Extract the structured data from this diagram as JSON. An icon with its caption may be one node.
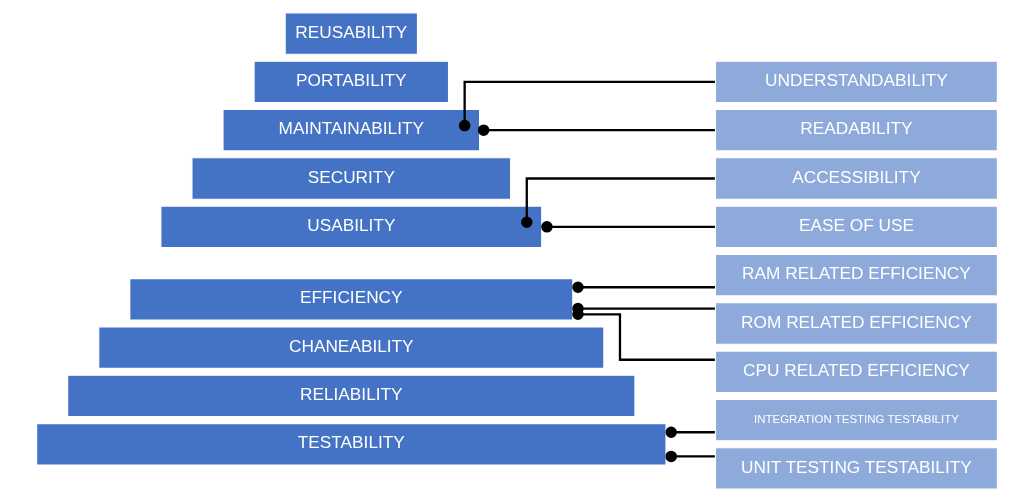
{
  "diagram": {
    "nodes": [
      {
        "text": [
          "REUSABILITY"
        ]
      },
      {
        "text": [
          "PORTABILITY"
        ]
      },
      {
        "text": [
          "MAINTAINABILITY"
        ]
      },
      {
        "text": [
          "SECURITY"
        ]
      },
      {
        "text": [
          "USABILITY"
        ]
      },
      {
        "text": [
          "EFFICIENCY"
        ]
      },
      {
        "text": [
          "CHANEABILITY"
        ]
      },
      {
        "text": [
          "RELIABILITY"
        ]
      },
      {
        "text": [
          "TESTABILITY"
        ]
      },
      {
        "text": [
          "UNDERSTANDABILITY"
        ]
      },
      {
        "text": [
          "READABILITY"
        ]
      },
      {
        "text": [
          "ACCESSIBILITY"
        ]
      },
      {
        "text": [
          "EASE OF USE"
        ]
      },
      {
        "text": [
          "RAM RELATED EFFICIENCY"
        ]
      },
      {
        "text": [
          "ROM RELATED EFFICIENCY"
        ]
      },
      {
        "text": [
          "CPU RELATED EFFICIENCY"
        ]
      },
      {
        "text": [
          "INTEGRATION TESTING TESTABILITY"
        ]
      },
      {
        "text": [
          "UNIT TESTING TESTABILITY"
        ]
      }
    ],
    "edges": [
      {
        "from": 2,
        "to": 9,
        "arrow": "other"
      },
      {
        "from": 2,
        "to": 10,
        "arrow": "other"
      },
      {
        "from": 4,
        "to": 11,
        "arrow": "other"
      },
      {
        "from": 4,
        "to": 12,
        "arrow": "other"
      },
      {
        "from": 5,
        "to": 13,
        "arrow": "other"
      },
      {
        "from": 5,
        "to": 14,
        "arrow": "other"
      },
      {
        "from": 5,
        "to": 15,
        "arrow": "other"
      },
      {
        "from": 8,
        "to": 16,
        "arrow": "other"
      },
      {
        "from": 8,
        "to": 17,
        "arrow": "other"
      }
    ]
  }
}
